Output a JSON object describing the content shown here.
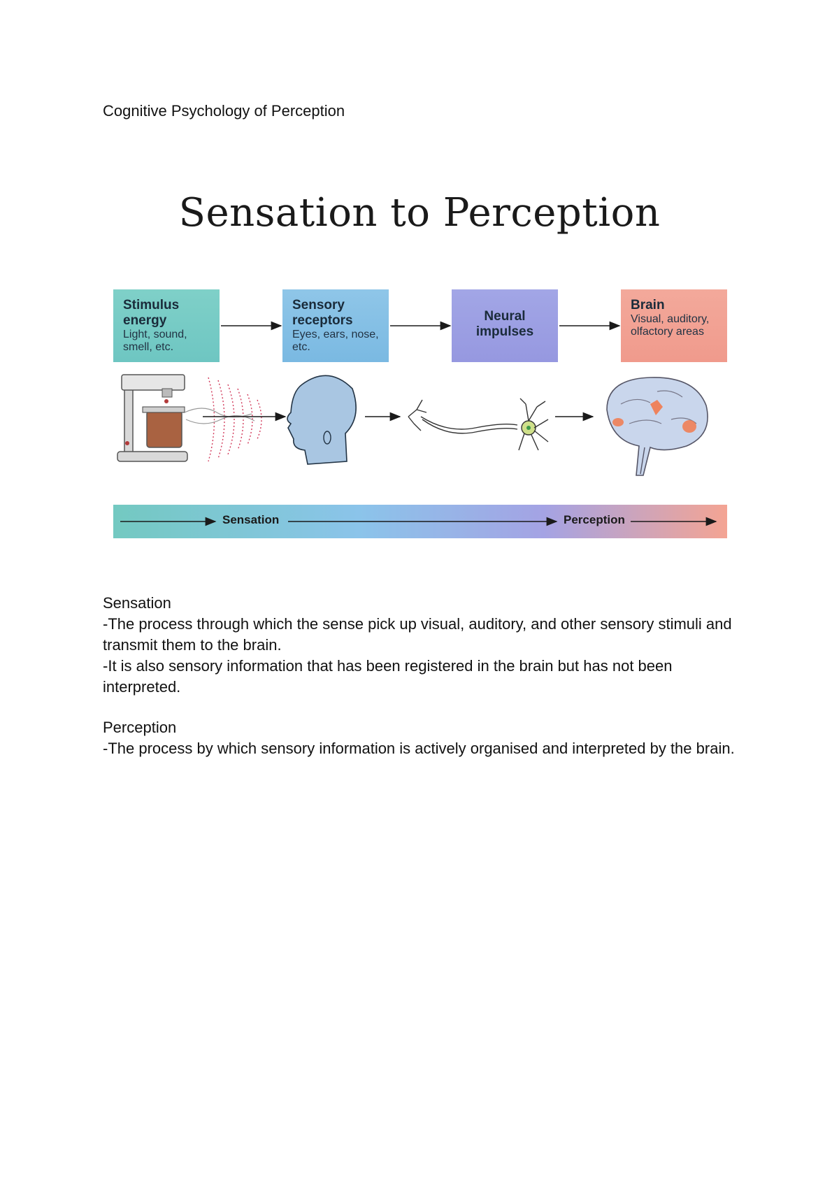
{
  "document": {
    "header": "Cognitive Psychology of Perception"
  },
  "figure": {
    "title": "Sensation to Perception",
    "stages": [
      {
        "name": "Stimulus energy",
        "desc": "Light, sound, smell, etc."
      },
      {
        "name": "Sensory receptors",
        "desc": "Eyes, ears, nose, etc."
      },
      {
        "name": "Neural impulses",
        "desc": ""
      },
      {
        "name": "Brain",
        "desc": "Visual, auditory, olfactory areas"
      }
    ],
    "band": {
      "sensation_label": "Sensation",
      "perception_label": "Perception"
    },
    "illustrations": [
      "coffee-maker-icon",
      "head-icon",
      "neuron-icon",
      "brain-icon"
    ],
    "colors": {
      "stimulus": "#6ec6c2",
      "receptors": "#7ab9e2",
      "neural": "#9698e0",
      "brain": "#f09a8c"
    }
  },
  "sections": [
    {
      "heading": "Sensation",
      "lines": [
        "-The process through which the sense pick up visual, auditory, and other sensory stimuli and transmit them to the brain.",
        "-It is also sensory information that has been registered in the brain but has not been interpreted."
      ]
    },
    {
      "heading": "Perception",
      "lines": [
        "-The process by which sensory information is actively organised and interpreted by the brain."
      ]
    }
  ]
}
